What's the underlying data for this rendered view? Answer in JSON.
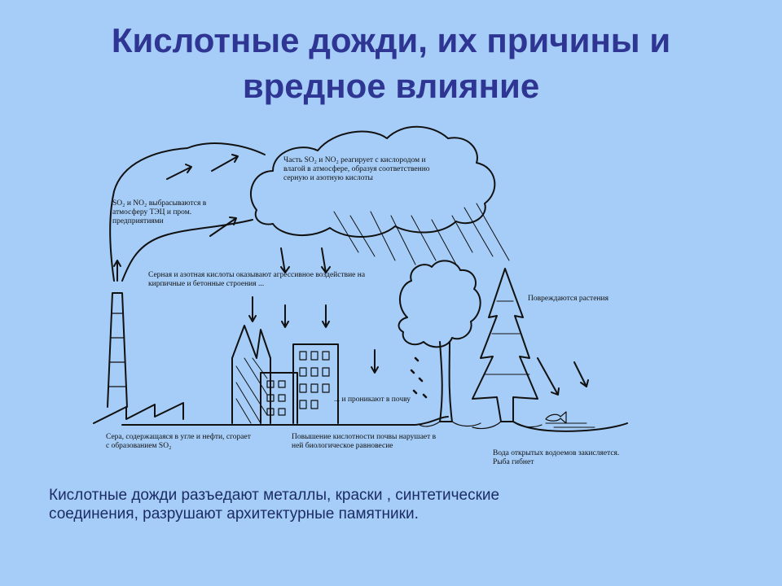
{
  "title": {
    "line1": "Кислотные дожди, их причины и",
    "line2": "вредное влияние"
  },
  "diagram": {
    "label_emission": "SO₂ и NO₂ выбрасываются в атмосферу ТЭЦ и пром. предприятиями",
    "label_cloud": "Часть SO₂ и NO₂ реагирует с кислородом и влагой в атмосфере, образуя соответственно серную и азотную кислоты",
    "label_buildings": "Серная и азотная кислоты оказывают агрессивное воздействие на кирпичные и бетонные строения ...",
    "label_plants": "Повреждаются растения",
    "label_soil_penetrate": "... и проникают в почву",
    "label_coal": "Сера, содержащаяся в угле и нефти, сгорает с образованием SO₂",
    "label_soil_acidity": "Повышение кислотности почвы нарушает в ней биологическое равновесие",
    "label_water": "Вода открытых водоемов закисляется. Рыба гибнет"
  },
  "caption": {
    "line1": "Кислотные дожди разъедают металлы, краски , синтетические",
    "line2": "соединения, разрушают архитектурные памятники."
  },
  "colors": {
    "background": "#a6cdf7",
    "title": "#2e3592",
    "ink": "#111111"
  }
}
